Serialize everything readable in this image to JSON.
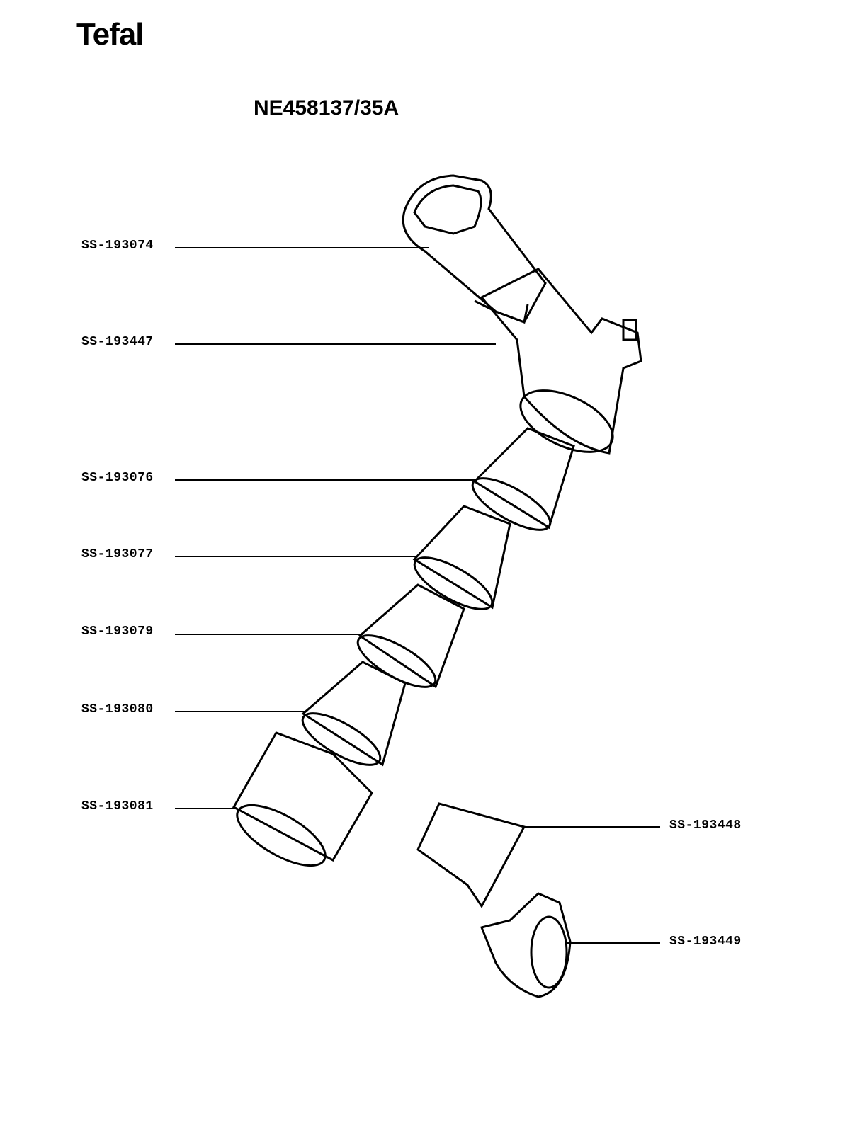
{
  "brand": "Tefal",
  "model": "NE458137/35A",
  "parts": [
    {
      "ref": "SS-193074"
    },
    {
      "ref": "SS-193447"
    },
    {
      "ref": "SS-193076"
    },
    {
      "ref": "SS-193077"
    },
    {
      "ref": "SS-193079"
    },
    {
      "ref": "SS-193080"
    },
    {
      "ref": "SS-193081"
    },
    {
      "ref": "SS-193448"
    },
    {
      "ref": "SS-193449"
    }
  ]
}
